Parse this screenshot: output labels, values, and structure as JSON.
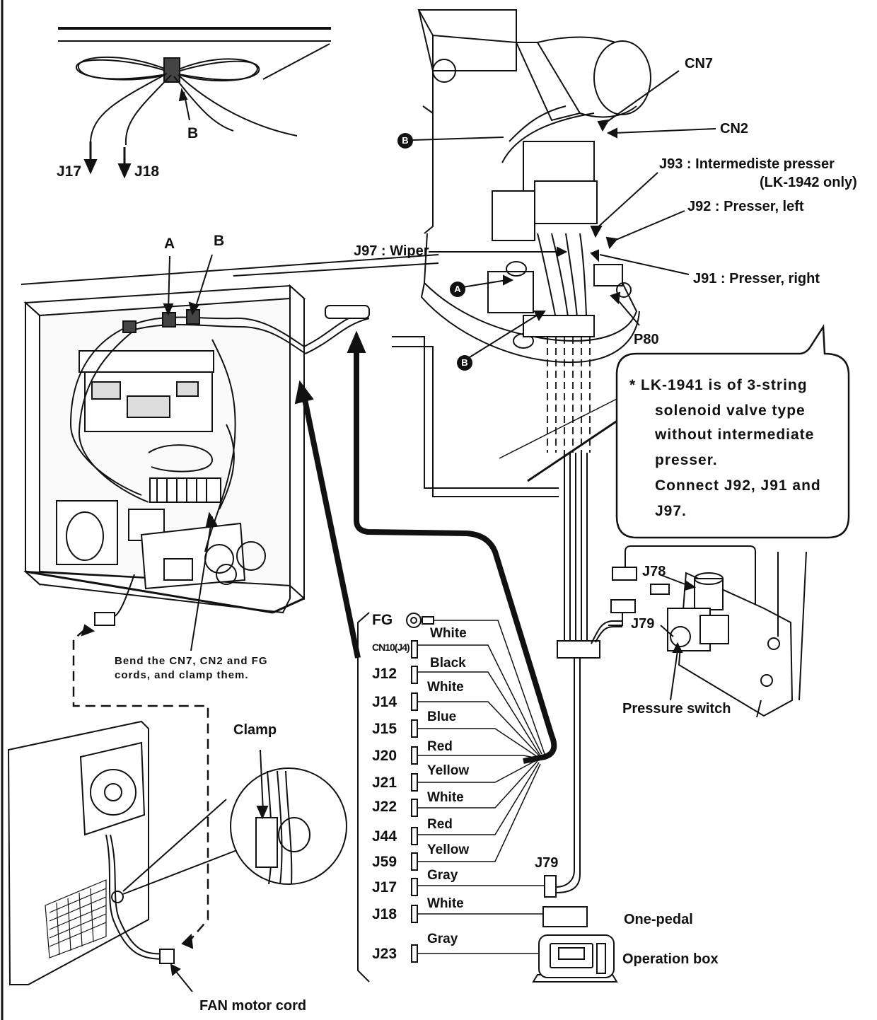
{
  "top_left_detail": {
    "label_b": "B",
    "label_j17": "J17",
    "label_j18": "J18"
  },
  "control_box": {
    "label_a": "A",
    "label_b": "B",
    "bend_note_line1": "Bend the CN7, CN2 and FG",
    "bend_note_line2": "cords, and clamp them."
  },
  "fan_panel": {
    "clamp_label": "Clamp",
    "fan_cord_label": "FAN motor cord"
  },
  "machine_head": {
    "cn7": "CN7",
    "cn2": "CN2",
    "marker_b": "B",
    "marker_a": "A",
    "j93": "J93 : Intermediste presser",
    "j93_note": "(LK-1942 only)",
    "j92": "J92 : Presser, left",
    "j97": "J97 : Wiper",
    "j91": "J91 : Presser, right",
    "p80": "P80"
  },
  "callout": {
    "lines": [
      "* LK-1941 is of  3-string",
      "solenoid valve type",
      "without intermediate",
      "presser.",
      "Connect J92, J91 and",
      "J97."
    ]
  },
  "pneumatics": {
    "j78": "J78",
    "j79": "J79",
    "pressure_switch": "Pressure switch"
  },
  "connector_list": {
    "fg": "FG",
    "items": [
      {
        "name": "CN10(J4)",
        "color": "White"
      },
      {
        "name": "J12",
        "color": "Black"
      },
      {
        "name": "J14",
        "color": "White"
      },
      {
        "name": "J15",
        "color": "Blue"
      },
      {
        "name": "J20",
        "color": "Red"
      },
      {
        "name": "J21",
        "color": "Yellow"
      },
      {
        "name": "J22",
        "color": "White"
      },
      {
        "name": "J44",
        "color": "Red"
      },
      {
        "name": "J59",
        "color": "Yellow"
      },
      {
        "name": "J17",
        "color": "Gray"
      },
      {
        "name": "J18",
        "color": "White"
      },
      {
        "name": "J23",
        "color": "Gray"
      }
    ]
  },
  "peripherals": {
    "j79_label": "J79",
    "one_pedal": "One-pedal",
    "operation_box": "Operation box"
  }
}
